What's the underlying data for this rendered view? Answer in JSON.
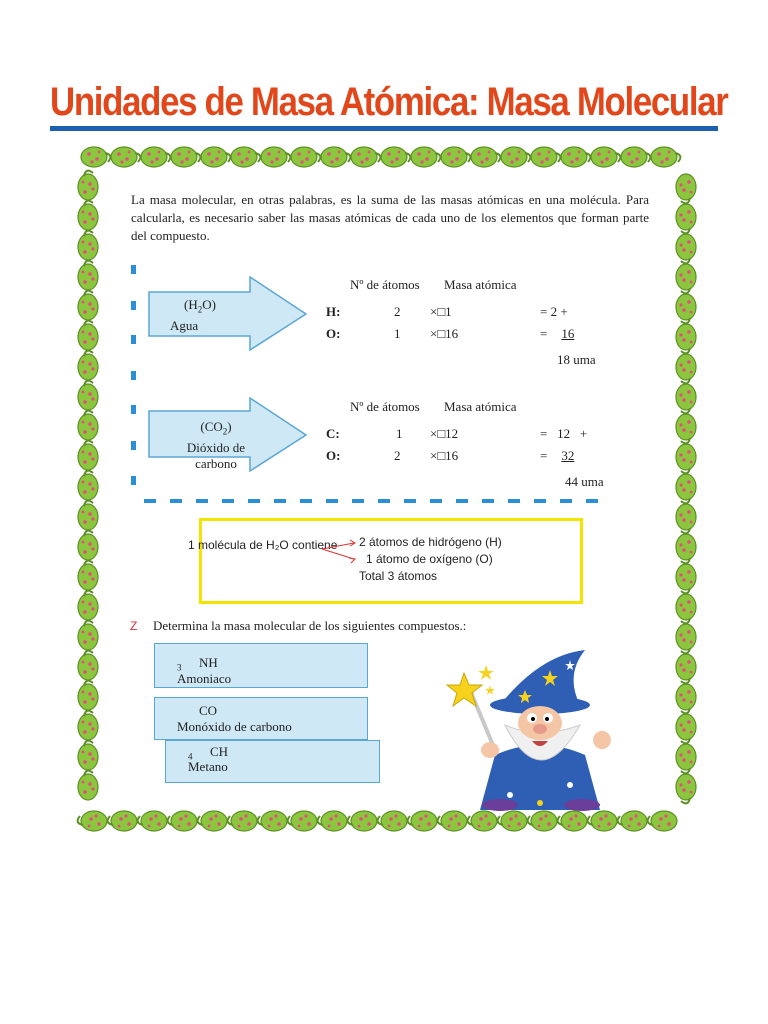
{
  "title": "Unidades de Masa Atómica: Masa Molecular",
  "intro": "La masa molecular, en otras palabras, es la suma de las masas atómicas en una molécula. Para calcularla, es necesario saber las masas atómicas de cada uno de los elementos que forman parte del compuesto.",
  "examples": [
    {
      "formula_open": "(H",
      "formula_sub": "2",
      "formula_close": "O)",
      "name": "Agua",
      "header_atoms": "Nº de átomos",
      "header_mass": "Masa atómica",
      "rows": [
        {
          "element": "H:",
          "count": "2",
          "times": "×□1",
          "result": "= 2 +"
        },
        {
          "element": "O:",
          "count": "1",
          "times": "×□16",
          "result_prefix": "=",
          "result": "16"
        }
      ],
      "total": "18 uma"
    },
    {
      "formula_open": "(CO",
      "formula_sub": "2",
      "formula_close": ")",
      "name": "Dióxido de carbono",
      "header_atoms": "Nº de átomos",
      "header_mass": "Masa atómica",
      "rows": [
        {
          "element": "C:",
          "count": "1",
          "times": "×□12",
          "result": "=   12   +"
        },
        {
          "element": "O:",
          "count": "2",
          "times": "×□16",
          "result_prefix": "=",
          "result": "32"
        }
      ],
      "total": "44 uma"
    }
  ],
  "composition": {
    "lead": "1 molécula de H₂O contiene",
    "line1": "2 átomos de hidrógeno (H)",
    "line2": "1 átomo de oxígeno (O)",
    "line3": "Total 3 átomos"
  },
  "exercise": {
    "marker": "Z",
    "instruction": "Determina la masa molecular de los siguientes compuestos.:",
    "compounds": [
      {
        "formula": "NH",
        "sub": "3",
        "name": "Amoniaco"
      },
      {
        "formula": "CO",
        "sub": "",
        "name": "Monóxido de carbono"
      },
      {
        "formula": "CH",
        "sub": "4",
        "name": "Metano"
      }
    ]
  },
  "colors": {
    "title": "#e2471b",
    "title_rule": "#1d5fb0",
    "border_leaf": "#8cc63f",
    "border_dot": "#e0507a",
    "arrow_fill": "#cfe8f6",
    "arrow_stroke": "#5aa7d3",
    "highlight_box": "#f5e400",
    "bullet": "#2a8fd4"
  }
}
